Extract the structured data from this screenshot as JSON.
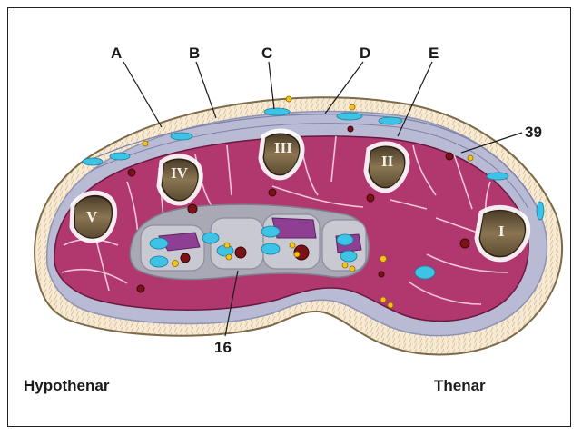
{
  "letter_labels": [
    "A",
    "B",
    "C",
    "D",
    "E"
  ],
  "number_labels": {
    "top_right": "39",
    "bottom": "16"
  },
  "region_labels": {
    "left": "Hypothenar",
    "right": "Thenar"
  },
  "roman_numerals": [
    "V",
    "IV",
    "III",
    "II",
    "I"
  ],
  "colors": {
    "muscle": "#b0386f",
    "muscle_line": "#f2c9d9",
    "bone": "#6e5b3d",
    "fascia": "#b4b7cf",
    "tendon": "#3cc3e6",
    "nerve": "#f3c31a",
    "vessel": "#7a1218",
    "skin": "#f5ead6"
  }
}
